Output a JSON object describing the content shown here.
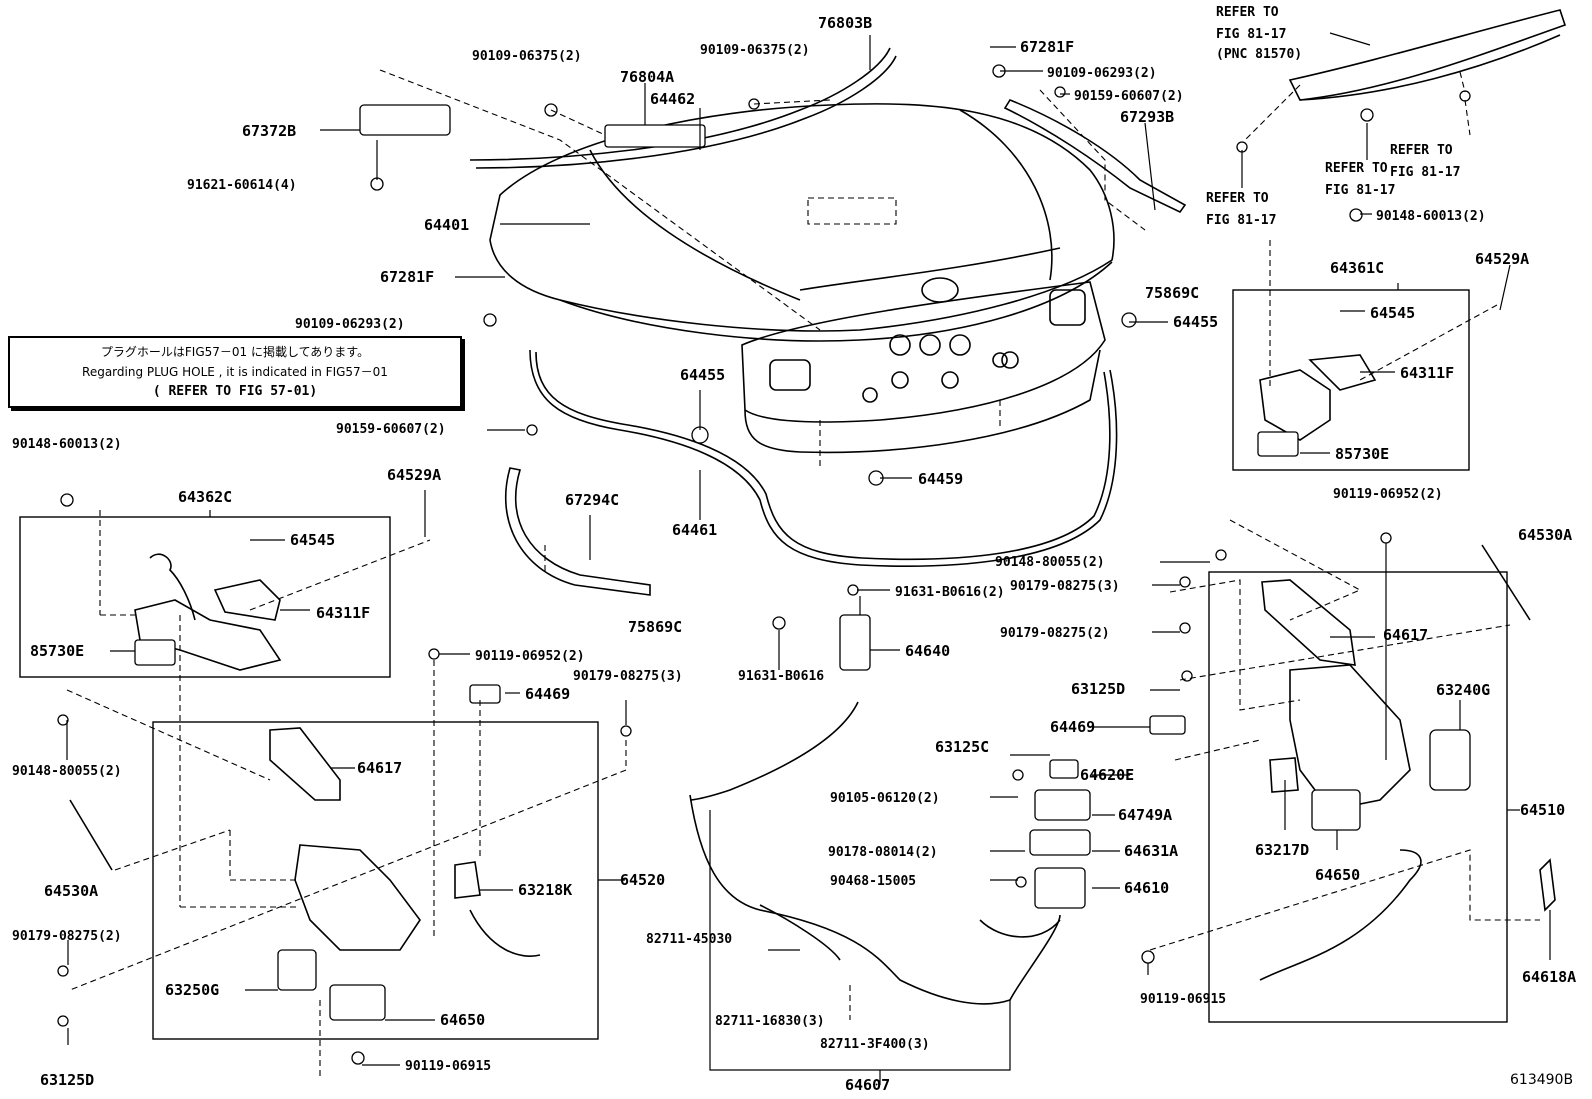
{
  "figure_code": "613490B",
  "note": {
    "line1": "プラグホールはFIG57－01 に掲載してあります。",
    "line2": "Regarding PLUG HOLE , it is indicated in FIG57－01",
    "line3": "( REFER TO FIG 57-01)"
  },
  "labels": [
    "REFER TO",
    "FIG 81-17",
    "(PNC 81570)",
    "90109-06375(2)",
    "76804A",
    "90109-06375(2)",
    "76803B",
    "67281F",
    "90109-06293(2)",
    "90159-60607(2)",
    "67372B",
    "64462",
    "67293B",
    "91621-60614(4)",
    "REFER TO",
    "FIG 81-17",
    "REFER TO",
    "FIG 81-17",
    "REFER TO",
    "FIG 81-17",
    "90148-60013(2)",
    "64401",
    "64361C",
    "64529A",
    "67281F",
    "75869C",
    "90109-06293(2)",
    "64545",
    "64455",
    "64311F",
    "64455",
    "85730E",
    "90159-60607(2)",
    "64459",
    "90148-60013(2)",
    "64362C",
    "64529A",
    "67294C",
    "64461",
    "90119-06952(2)",
    "64545",
    "90148-80055(2)",
    "64530A",
    "90179-08275(3)",
    "64311F",
    "91631-B0616(2)",
    "85730E",
    "75869C",
    "90179-08275(2)",
    "64617",
    "64640",
    "90119-06952(2)",
    "91631-B0616",
    "90179-08275(3)",
    "64469",
    "63125D",
    "63240G",
    "64469",
    "63125C",
    "64617",
    "64620E",
    "90148-80055(2)",
    "90105-06120(2)",
    "64749A",
    "64510",
    "90178-08014(2)",
    "64631A",
    "63217D",
    "64530A",
    "64520",
    "63218K",
    "90468-15005",
    "64650",
    "64610",
    "82711-45030",
    "90179-08275(2)",
    "64618A",
    "63250G",
    "90119-06915",
    "64650",
    "82711-16830(3)",
    "82711-3F400(3)",
    "63125D",
    "90119-06915",
    "64607"
  ]
}
